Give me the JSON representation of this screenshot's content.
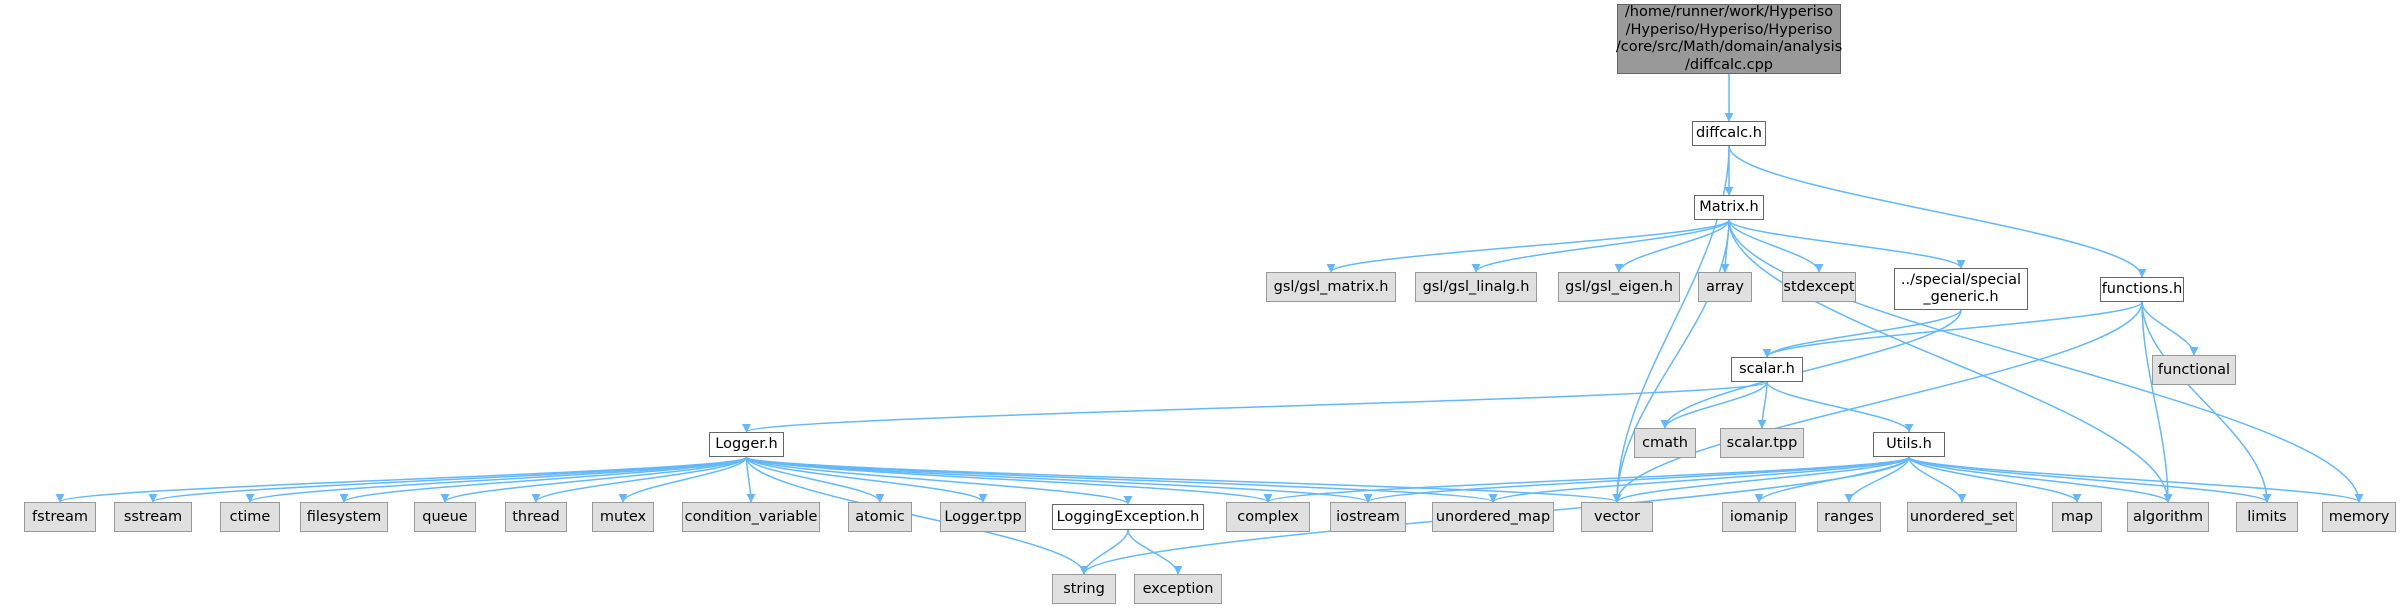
{
  "colors": {
    "edge": "#63b8ff",
    "local_node_fill": "#ffffff",
    "system_node_fill": "#e0e0e0",
    "root_node_fill": "#999999",
    "border": "#666666"
  },
  "nodes": {
    "root": "/home/runner/work/Hyperiso\n/Hyperiso/Hyperiso/Hyperiso\n/core/src/Math/domain/analysis\n/diffcalc.cpp",
    "diffcalc_h": "diffcalc.h",
    "matrix_h": "Matrix.h",
    "functions_h": "functions.h",
    "gsl_matrix": "gsl/gsl_matrix.h",
    "gsl_linalg": "gsl/gsl_linalg.h",
    "gsl_eigen": "gsl/gsl_eigen.h",
    "array": "array",
    "stdexcept": "stdexcept",
    "special_generic": "../special/special\n_generic.h",
    "functional": "functional",
    "scalar_h": "scalar.h",
    "logger_h": "Logger.h",
    "cmath": "cmath",
    "scalar_tpp": "scalar.tpp",
    "utils_h": "Utils.h",
    "fstream": "fstream",
    "sstream": "sstream",
    "ctime": "ctime",
    "filesystem": "filesystem",
    "queue": "queue",
    "thread": "thread",
    "mutex": "mutex",
    "condition_variable": "condition_variable",
    "atomic": "atomic",
    "logger_tpp": "Logger.tpp",
    "logging_exception_h": "LoggingException.h",
    "complex": "complex",
    "iostream": "iostream",
    "unordered_map": "unordered_map",
    "vector": "vector",
    "iomanip": "iomanip",
    "ranges": "ranges",
    "unordered_set": "unordered_set",
    "map": "map",
    "algorithm": "algorithm",
    "limits": "limits",
    "memory": "memory",
    "string": "string",
    "exception": "exception"
  }
}
